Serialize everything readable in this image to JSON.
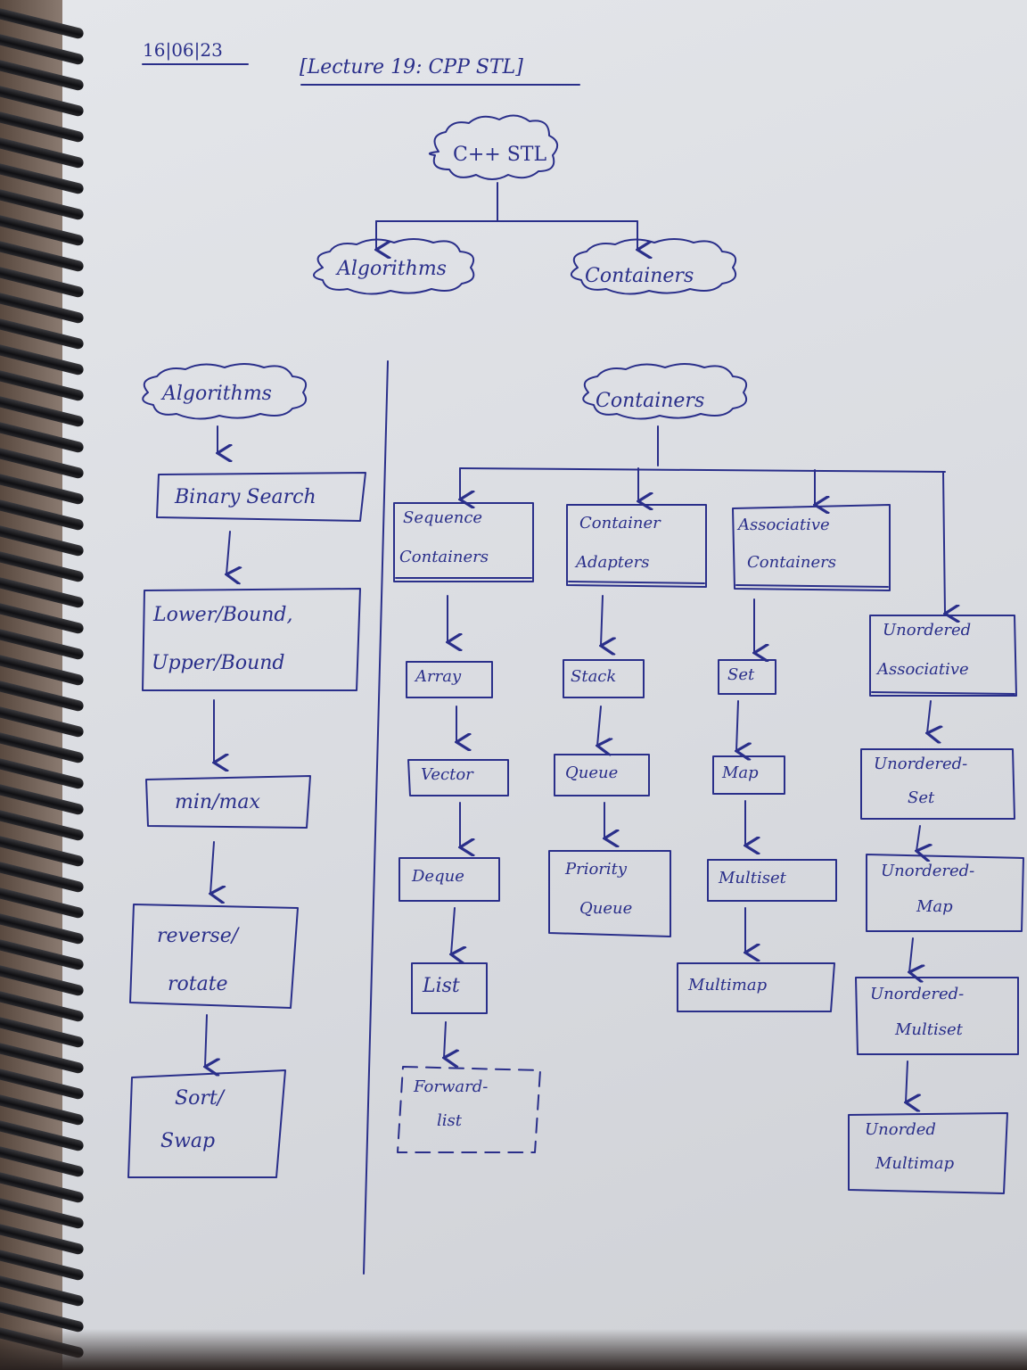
{
  "header": {
    "date": "16|06|23",
    "lecture_title": "[Lecture 19: CPP STL]"
  },
  "top_tree": {
    "root": "C++ STL",
    "children": [
      "Algorithms",
      "Containers"
    ]
  },
  "algorithms_column": {
    "heading": "Algorithms",
    "items": [
      [
        "Binary Search"
      ],
      [
        "Lower/Bound,",
        "Upper/Bound"
      ],
      [
        "min/max"
      ],
      [
        "reverse/",
        "rotate"
      ],
      [
        "Sort/",
        "Swap"
      ]
    ]
  },
  "containers_column": {
    "heading": "Containers",
    "categories": [
      {
        "label": [
          "Sequence",
          "Containers"
        ],
        "items": [
          [
            "Array"
          ],
          [
            "Vector"
          ],
          [
            "Deque"
          ],
          [
            "List"
          ],
          [
            "Forward-",
            "list"
          ]
        ]
      },
      {
        "label": [
          "Container",
          "Adapters"
        ],
        "items": [
          [
            "Stack"
          ],
          [
            "Queue"
          ],
          [
            "Priority",
            "Queue"
          ]
        ]
      },
      {
        "label": [
          "Associative",
          "Containers"
        ],
        "items": [
          [
            "Set"
          ],
          [
            "Map"
          ],
          [
            "Multiset"
          ],
          [
            "Multimap"
          ]
        ]
      },
      {
        "label": [
          "Unordered",
          "Associative"
        ],
        "items": [
          [
            "Unordered-",
            "Set"
          ],
          [
            "Unordered-",
            "Map"
          ],
          [
            "Unordered-",
            "Multiset"
          ],
          [
            "Unorded",
            "Multimap"
          ]
        ]
      }
    ]
  }
}
